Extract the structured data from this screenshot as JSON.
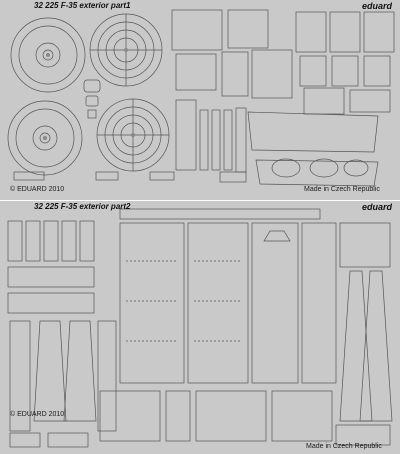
{
  "part1": {
    "title": "32 225  F-35 exterior  part1",
    "brand": "eduard",
    "copyright": "© EDUARD 2010",
    "made_in": "Made in Czech Republic"
  },
  "part2": {
    "title": "32 225  F-35 exterior  part2",
    "brand": "eduard",
    "copyright": "© EDUARD 2010",
    "made_in": "Made in Czech Republic"
  },
  "colors": {
    "fret": "#c9c9c9",
    "line": "#555555",
    "dark": "#333333"
  }
}
